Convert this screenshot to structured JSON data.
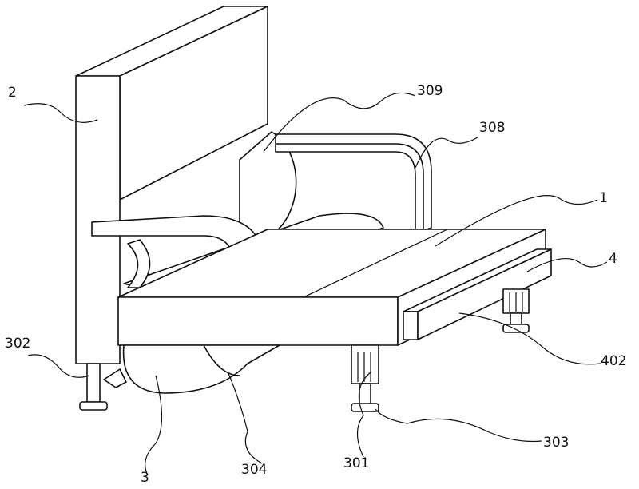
{
  "labels": {
    "l2": "2",
    "l309": "309",
    "l308": "308",
    "l1": "1",
    "l4": "4",
    "l402": "402",
    "l303": "303",
    "l301": "301",
    "l304": "304",
    "l3": "3",
    "l302": "302"
  }
}
